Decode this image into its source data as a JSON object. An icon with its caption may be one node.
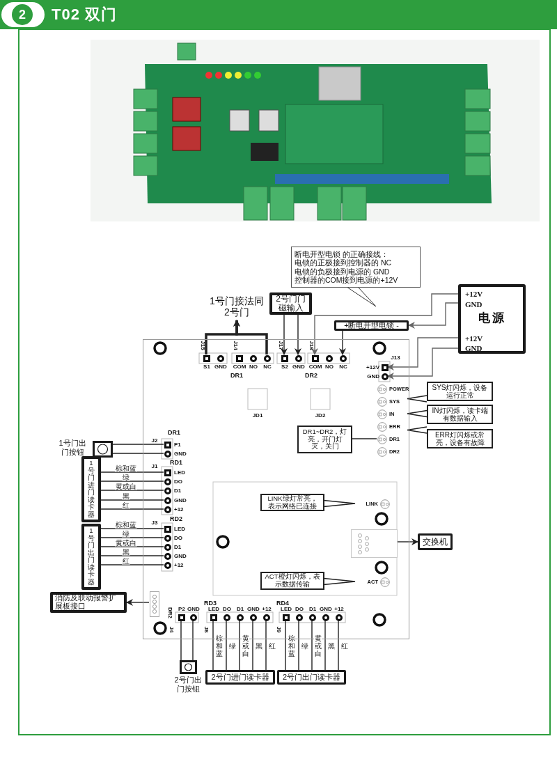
{
  "diagram": {
    "title": "T02 双门",
    "nodes": [
      {
        "text": [
          "断电开型电锁 的正确接线：",
          "电锁的正极接到控制器的 NC",
          "电锁的负极接到电源的 GND",
          "控制器的COM接到电源的+12V"
        ]
      },
      {
        "text": [
          "1号门接法同2号门"
        ]
      },
      {
        "text": [
          "2号门门磁输入"
        ]
      },
      {
        "text": [
          "+断电开型电锁 -"
        ]
      },
      {
        "text": [
          "+12V",
          "GND",
          "电源",
          "+12V",
          "GND"
        ]
      },
      {
        "text": [],
        "shape": "box"
      },
      {
        "text": [
          "S1"
        ],
        "in": 5
      },
      {
        "text": [
          "GND"
        ],
        "in": 5
      },
      {
        "text": [
          "COM"
        ],
        "in": 5
      },
      {
        "text": [
          "NO"
        ],
        "in": 5
      },
      {
        "text": [
          "NC"
        ],
        "in": 5
      },
      {
        "text": [
          "S2"
        ],
        "in": 5
      },
      {
        "text": [
          "GND"
        ],
        "in": 5
      },
      {
        "text": [
          "COM"
        ],
        "in": 5
      },
      {
        "text": [
          "NO"
        ],
        "in": 5
      },
      {
        "text": [
          "NC"
        ],
        "in": 5
      },
      {
        "text": [
          "+12V"
        ],
        "in": 5
      },
      {
        "text": [
          "GND"
        ],
        "in": 5
      },
      {
        "text": [
          "POWER"
        ],
        "in": 5
      },
      {
        "text": [
          "SYS"
        ],
        "in": 5
      },
      {
        "text": [
          "IN"
        ],
        "in": 5
      },
      {
        "text": [
          "ERR"
        ],
        "in": 5
      },
      {
        "text": [
          "DR1"
        ],
        "in": 5
      },
      {
        "text": [
          "DR2"
        ],
        "in": 5
      },
      {
        "text": [
          "SYS灯闪烁，设备运行正常"
        ]
      },
      {
        "text": [
          "IN灯闪烁，读卡端有数据输入"
        ]
      },
      {
        "text": [
          "ERR灯闪烁或常亮，设备有故障"
        ]
      },
      {
        "text": [
          "DR1~DR2，灯亮，开门灯灭，关门"
        ],
        "in": 5
      },
      {
        "text": [
          "P1"
        ],
        "in": 5
      },
      {
        "text": [
          "GND"
        ],
        "in": 5
      },
      {
        "text": [
          "1号门出门按钮"
        ]
      },
      {
        "text": [
          "LED"
        ],
        "in": 5
      },
      {
        "text": [
          "DO"
        ],
        "in": 5
      },
      {
        "text": [
          "D1"
        ],
        "in": 5
      },
      {
        "text": [
          "GND"
        ],
        "in": 5
      },
      {
        "text": [
          "+12"
        ],
        "in": 5
      },
      {
        "text": [
          "1号门进门读卡器"
        ]
      },
      {
        "text": [
          "LED"
        ],
        "in": 5
      },
      {
        "text": [
          "DO"
        ],
        "in": 5
      },
      {
        "text": [
          "D1"
        ],
        "in": 5
      },
      {
        "text": [
          "GND"
        ],
        "in": 5
      },
      {
        "text": [
          "+12"
        ],
        "in": 5
      },
      {
        "text": [
          "1号门出门读卡器"
        ]
      },
      {
        "text": [
          "LINK绿灯常亮，表示网络已连接"
        ],
        "in": 5
      },
      {
        "text": [
          "LINK"
        ],
        "in": 5
      },
      {
        "text": [],
        "shape": "box",
        "in": 5
      },
      {
        "text": [
          "交换机"
        ]
      },
      {
        "text": [
          "ACT橙灯闪烁，表示数据传输"
        ],
        "in": 5
      },
      {
        "text": [
          "ACT"
        ],
        "in": 5
      },
      {
        "text": [],
        "shape": "box",
        "in": 5
      },
      {
        "text": [
          "消防及联动报警扩展板接口"
        ]
      },
      {
        "text": [
          "P2"
        ],
        "in": 5
      },
      {
        "text": [
          "GND"
        ],
        "in": 5
      },
      {
        "text": [
          "2号门出门按钮"
        ]
      },
      {
        "text": [
          "LED"
        ],
        "in": 5
      },
      {
        "text": [
          "DO"
        ],
        "in": 5
      },
      {
        "text": [
          "D1"
        ],
        "in": 5
      },
      {
        "text": [
          "GND"
        ],
        "in": 5
      },
      {
        "text": [
          "+12"
        ],
        "in": 5
      },
      {
        "text": [
          "2号门进门读卡器"
        ]
      },
      {
        "text": [
          "LED"
        ],
        "in": 5
      },
      {
        "text": [
          "DO"
        ],
        "in": 5
      },
      {
        "text": [
          "D1"
        ],
        "in": 5
      },
      {
        "text": [
          "GND"
        ],
        "in": 5
      },
      {
        "text": [
          "+12"
        ],
        "in": 5
      },
      {
        "text": [
          "2号门出门读卡器"
        ]
      }
    ],
    "edges": [
      {
        "from": 6,
        "to": 1,
        "arrow": "to",
        "style": "thick"
      },
      {
        "from": 10,
        "to": 1,
        "arrow": "to",
        "style": "thick"
      },
      {
        "from": 2,
        "to": 11,
        "arrow": "to"
      },
      {
        "from": 2,
        "to": 12,
        "arrow": "to"
      },
      {
        "from": 4,
        "to": 13,
        "arrow": "to",
        "color": "#666666"
      },
      {
        "from": 4,
        "to": 3,
        "arrow": "to",
        "color": "#666666"
      },
      {
        "from": 3,
        "to": 15,
        "arrow": "to"
      },
      {
        "from": 4,
        "to": 16,
        "arrow": "to",
        "color": "#666666"
      },
      {
        "from": 4,
        "to": 17,
        "arrow": "to",
        "color": "#666666"
      },
      {
        "from": 24,
        "to": 19,
        "arrow": "none"
      },
      {
        "from": 25,
        "to": 20,
        "arrow": "none"
      },
      {
        "from": 26,
        "to": 21,
        "arrow": "none"
      },
      {
        "from": 27,
        "to": 22,
        "arrow": "none"
      },
      {
        "from": 30,
        "to": 28,
        "arrow": "none"
      },
      {
        "from": 30,
        "to": 29,
        "arrow": "none"
      },
      {
        "from": 36,
        "to": 31,
        "arrow": "none",
        "label": "棕和蓝"
      },
      {
        "from": 36,
        "to": 32,
        "arrow": "none",
        "label": "绿"
      },
      {
        "from": 36,
        "to": 33,
        "arrow": "none",
        "label": "黄或白"
      },
      {
        "from": 36,
        "to": 34,
        "arrow": "none",
        "label": "黑"
      },
      {
        "from": 36,
        "to": 35,
        "arrow": "none",
        "label": "红"
      },
      {
        "from": 42,
        "to": 37,
        "arrow": "none",
        "label": "棕和蓝"
      },
      {
        "from": 42,
        "to": 38,
        "arrow": "none",
        "label": "绿"
      },
      {
        "from": 42,
        "to": 39,
        "arrow": "none",
        "label": "黄或白"
      },
      {
        "from": 42,
        "to": 40,
        "arrow": "none",
        "label": "黑"
      },
      {
        "from": 42,
        "to": 41,
        "arrow": "none",
        "label": "红"
      },
      {
        "from": 43,
        "to": 44,
        "arrow": "none"
      },
      {
        "from": 45,
        "to": 46,
        "arrow": "to"
      },
      {
        "from": 47,
        "to": 48,
        "arrow": "none"
      },
      {
        "from": 49,
        "to": 50,
        "arrow": "to"
      },
      {
        "from": 51,
        "to": 53,
        "arrow": "none"
      },
      {
        "from": 52,
        "to": 53,
        "arrow": "none"
      },
      {
        "from": 54,
        "to": 59,
        "arrow": "none",
        "label": "棕和蓝"
      },
      {
        "from": 55,
        "to": 59,
        "arrow": "none",
        "label": "绿"
      },
      {
        "from": 56,
        "to": 59,
        "arrow": "none",
        "label": "黄或白"
      },
      {
        "from": 57,
        "to": 59,
        "arrow": "none",
        "label": "黑"
      },
      {
        "from": 58,
        "to": 59,
        "arrow": "none",
        "label": "红"
      },
      {
        "from": 60,
        "to": 65,
        "arrow": "none",
        "label": "棕和蓝"
      },
      {
        "from": 61,
        "to": 65,
        "arrow": "none",
        "label": "绿"
      },
      {
        "from": 62,
        "to": 65,
        "arrow": "none",
        "label": "黄或白"
      },
      {
        "from": 63,
        "to": 65,
        "arrow": "none",
        "label": "黑"
      },
      {
        "from": 64,
        "to": 65,
        "arrow": "none",
        "label": "红"
      }
    ],
    "labels": [
      "2",
      "J15",
      "J14",
      "J17",
      "J16",
      "DR1",
      "DR2",
      "J13",
      "JD1",
      "JD2",
      "DR1",
      "J2",
      "RD1",
      "J1",
      "RD2",
      "J3",
      "DR2",
      "J4",
      "RD3",
      "J8",
      "RD4",
      "J9"
    ]
  }
}
